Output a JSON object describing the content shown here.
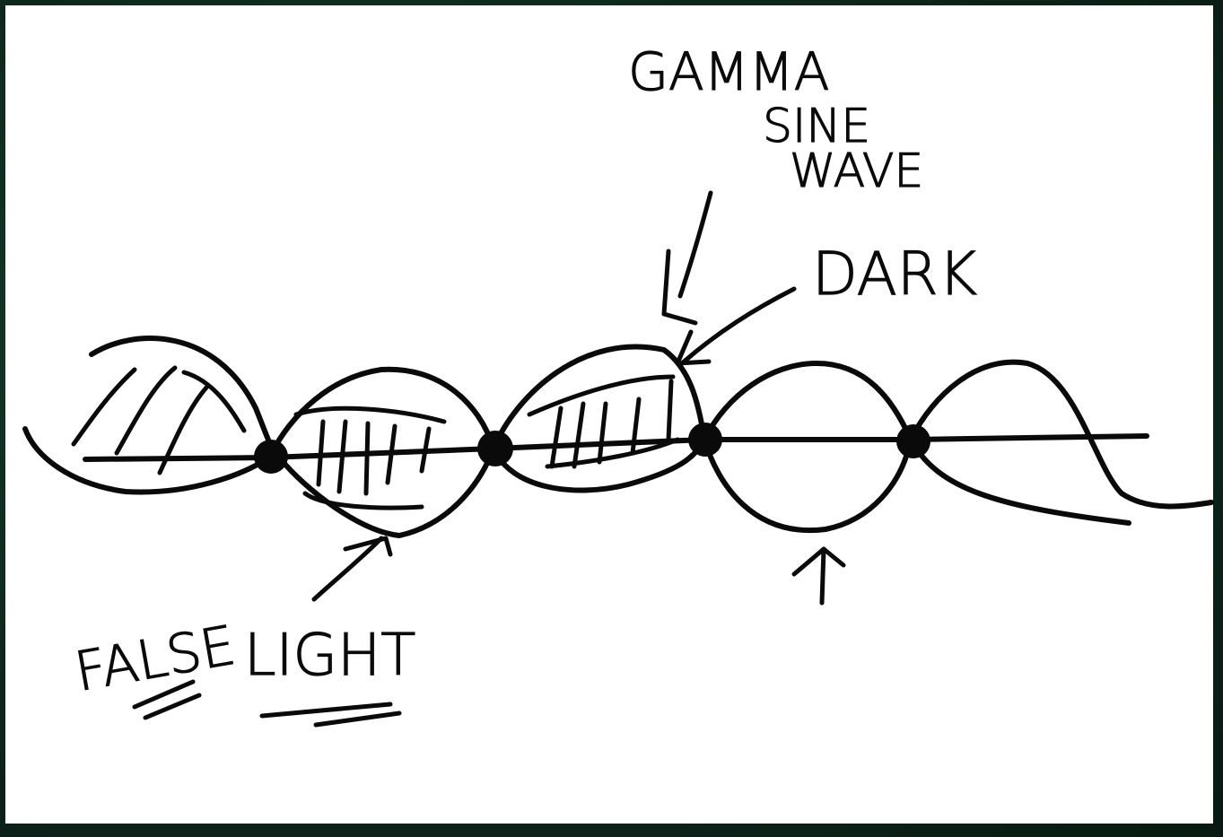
{
  "labels": {
    "gamma_line1": "GAMMA",
    "gamma_line2": "SINE",
    "gamma_line3": "WAVE",
    "dark": "DARK",
    "false_word": "FALSE",
    "light_word": "LIGHT"
  },
  "colors": {
    "background": "#0f2a1f",
    "board": "#ffffff",
    "ink": "#0a0a0a"
  }
}
